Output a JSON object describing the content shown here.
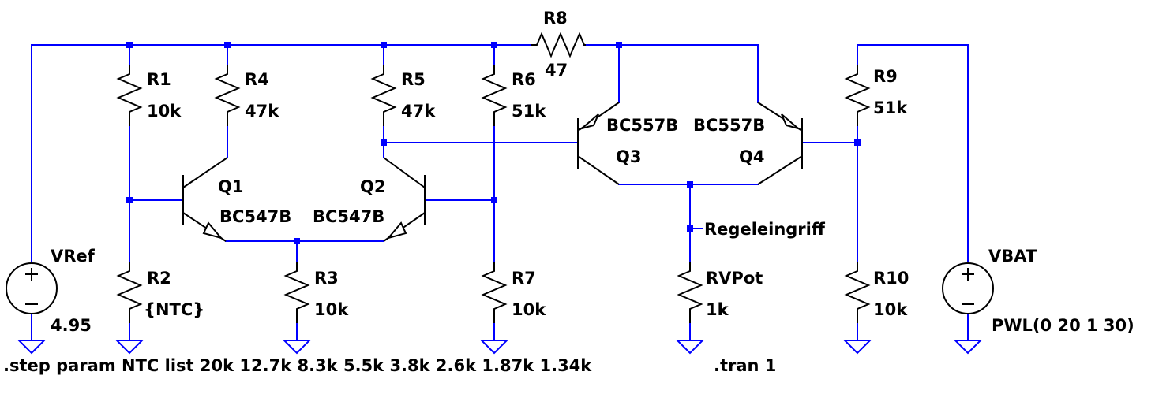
{
  "components": {
    "R1": {
      "name": "R1",
      "value": "10k"
    },
    "R2": {
      "name": "R2",
      "value": "{NTC}"
    },
    "R3": {
      "name": "R3",
      "value": "10k"
    },
    "R4": {
      "name": "R4",
      "value": "47k"
    },
    "R5": {
      "name": "R5",
      "value": "47k"
    },
    "R6": {
      "name": "R6",
      "value": "51k"
    },
    "R7": {
      "name": "R7",
      "value": "10k"
    },
    "R8": {
      "name": "R8",
      "value": "47"
    },
    "R9": {
      "name": "R9",
      "value": "51k"
    },
    "R10": {
      "name": "R10",
      "value": "10k"
    },
    "RVPot": {
      "name": "RVPot",
      "value": "1k"
    },
    "Q1": {
      "name": "Q1",
      "model": "BC547B"
    },
    "Q2": {
      "name": "Q2",
      "model": "BC547B"
    },
    "Q3": {
      "name": "Q3",
      "model": "BC557B"
    },
    "Q4": {
      "name": "Q4",
      "model": "BC557B"
    },
    "VRef": {
      "name": "VRef",
      "value": "4.95"
    },
    "VBAT": {
      "name": "VBAT",
      "value": "PWL(0 20 1 30)"
    }
  },
  "net_labels": {
    "regeleingriff": "Regeleingriff"
  },
  "directives": {
    "step": ".step param NTC list 20k 12.7k 8.3k 5.5k 3.8k 2.6k 1.87k 1.34k",
    "tran": ".tran 1"
  }
}
